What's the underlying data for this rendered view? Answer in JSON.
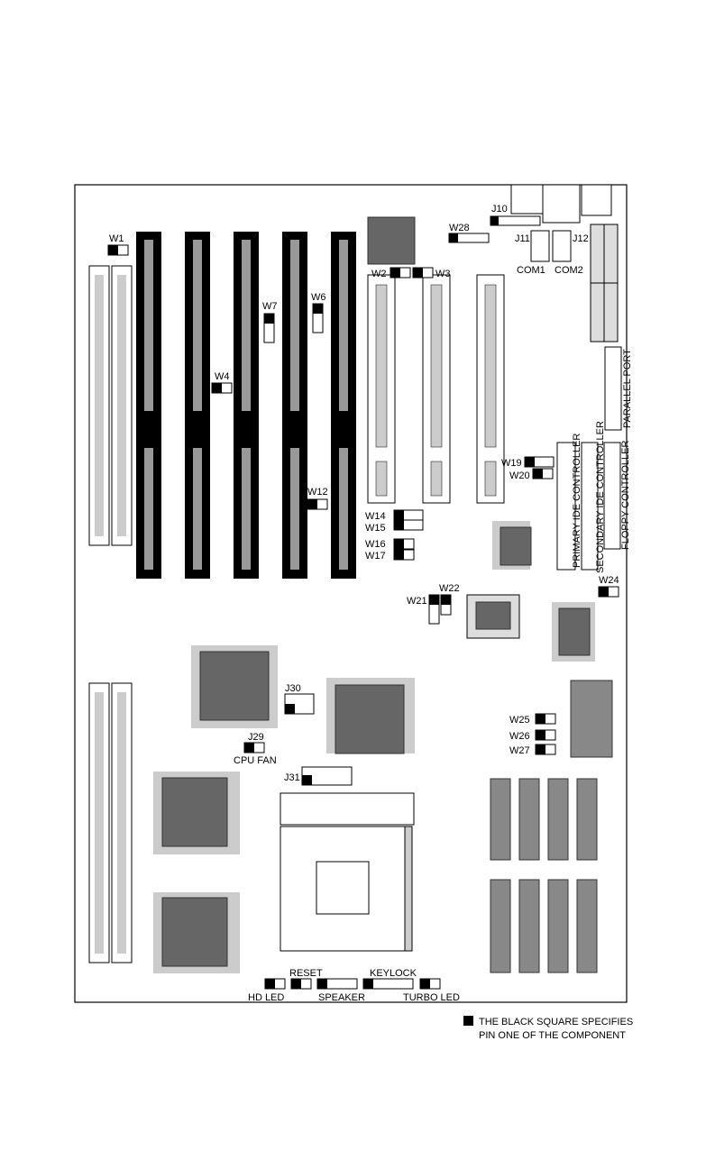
{
  "labels": {
    "w1": "W1",
    "w2": "W2",
    "w3": "W3",
    "w4": "W4",
    "w6": "W6",
    "w7": "W7",
    "w12": "W12",
    "w14": "W14",
    "w15": "W15",
    "w16": "W16",
    "w17": "W17",
    "w19": "W19",
    "w20": "W20",
    "w21": "W21",
    "w22": "W22",
    "w24": "W24",
    "w25": "W25",
    "w26": "W26",
    "w27": "W27",
    "w28": "W28",
    "j10": "J10",
    "j11": "J11",
    "j12": "J12",
    "j29": "J29",
    "j30": "J30",
    "j31": "J31",
    "com1": "COM1",
    "com2": "COM2",
    "cpu_fan": "CPU FAN",
    "parallel_port": "PARALLEL PORT",
    "primary_ide": "PRIMARY IDE CONTROLLER",
    "secondary_ide": "SECONDARY IDE CONTROLLER",
    "floppy": "FLOPPY CONTROLLER",
    "hd_led": "HD LED",
    "reset": "RESET",
    "speaker": "SPEAKER",
    "keylock": "KEYLOCK",
    "turbo_led": "TURBO LED"
  },
  "legend": {
    "line1": "THE BLACK SQUARE SPECIFIES",
    "line2": "PIN ONE OF THE COMPONENT"
  }
}
